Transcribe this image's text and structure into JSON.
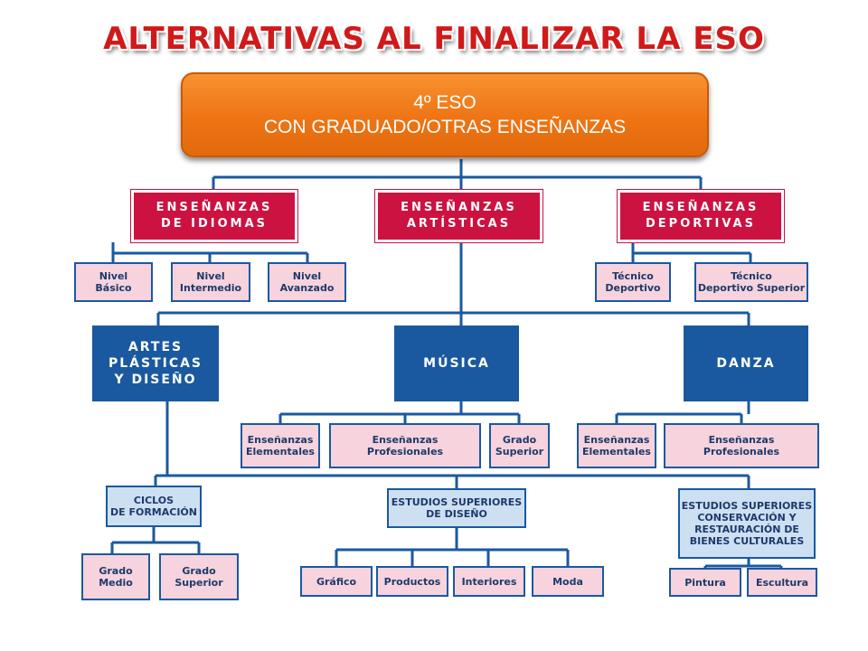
{
  "title": "ALTERNATIVAS AL FINALIZAR LA ESO",
  "top": {
    "line1": "4º ESO",
    "line2": "CON GRADUADO/OTRAS  ENSEÑANZAS"
  },
  "ensenanzas": {
    "idiomas": "ENSEÑANZAS\nDE IDIOMAS",
    "artisticas": "ENSEÑANZAS\nARTÍSTICAS",
    "deportivas": "ENSEÑANZAS\nDEPORTIVAS"
  },
  "idiomas_levels": [
    "Nivel\nBásico",
    "Nivel\nIntermedio",
    "Nivel\nAvanzado"
  ],
  "deportivas_levels": [
    "Técnico\nDeportivo",
    "Técnico\nDeportivo Superior"
  ],
  "artistic_branches": {
    "artes": "ARTES\nPLÁSTICAS\nY DISEÑO",
    "musica": "MÚSICA",
    "danza": "DANZA"
  },
  "musica_levels": [
    "Enseñanzas\nElementales",
    "Enseñanzas\nProfesionales",
    "Grado\nSuperior"
  ],
  "danza_levels": [
    "Enseñanzas\nElementales",
    "Enseñanzas\nProfesionales"
  ],
  "artes_sub": {
    "ciclos": "CICLOS\nDE FORMACIÓN",
    "diseno": "ESTUDIOS SUPERIORES\nDE DISEÑO",
    "conservacion": "ESTUDIOS SUPERIORES\nCONSERVACIÓN Y\nRESTAURACIÓN DE\nBIENES CULTURALES"
  },
  "ciclos_levels": [
    "Grado\nMedio",
    "Grado\nSuperior"
  ],
  "diseno_levels": [
    "Gráfico",
    "Productos",
    "Interiores",
    "Moda"
  ],
  "conservacion_levels": [
    "Pintura",
    "Escultura"
  ],
  "colors": {
    "line": "#1a59a0",
    "red": "#cc1241",
    "blue": "#1a59a0",
    "orange": "#ee7414",
    "pink": "#f6d3dd",
    "light_blue": "#cde0f2"
  }
}
